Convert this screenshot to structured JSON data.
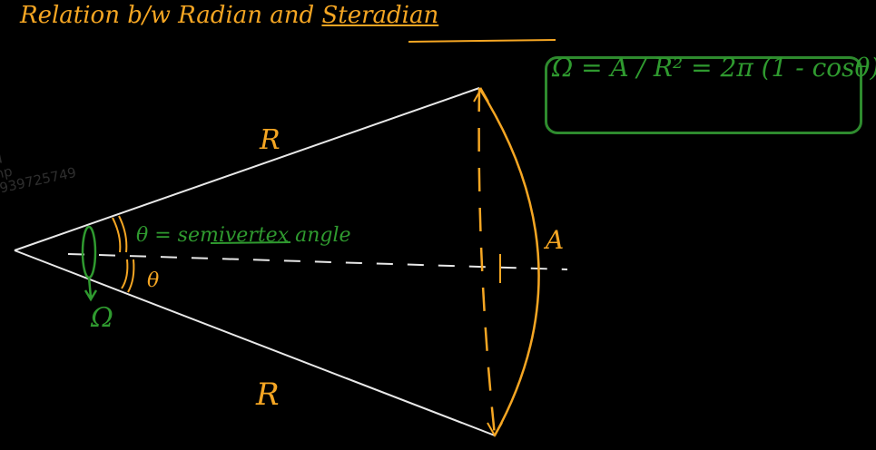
{
  "title": {
    "part1": "Relation b/w Radian and ",
    "part2": "Steradian"
  },
  "formula": {
    "text": "Ω = A / R² = 2π (1 - cosθ)"
  },
  "labels": {
    "slant_top": "R",
    "slant_bottom": "R",
    "area": "A",
    "theta_top": "θ = semivertex angle",
    "theta_bottom": "θ",
    "solid_angle": "Ω"
  },
  "watermark": {
    "line1": "nd",
    "line2": "shp",
    "line3": "9939725749"
  },
  "colors": {
    "orange": "#f5a623",
    "green": "#2f9a2f",
    "white": "#e8e8e8",
    "background": "#000000"
  }
}
